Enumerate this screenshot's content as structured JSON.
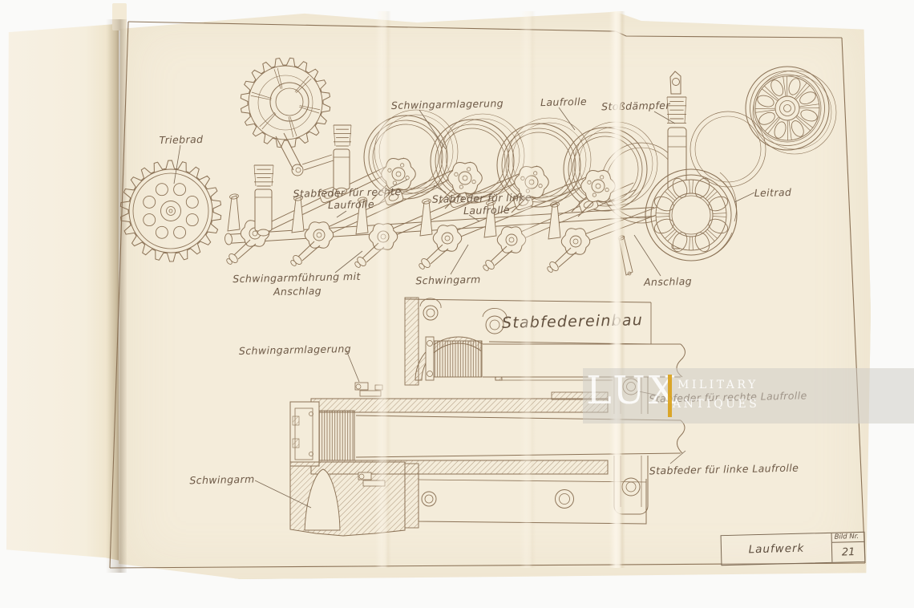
{
  "watermark": {
    "brand": "LUX",
    "line1": "MILITARY",
    "line2": "ANTIQUES"
  },
  "page": {
    "assembly_labels": {
      "triebrad": "Triebrad",
      "schwingarmlagerung": "Schwingarmlagerung",
      "laufrolle": "Laufrolle",
      "stossdaempfer": "Stoßdämpfer",
      "leitrad": "Leitrad",
      "stabfeder_rechte_line1": "Stabfeder für rechte",
      "stabfeder_rechte_line2": "Laufrolle",
      "stabfeder_linke_line1": "Stabfeder für linke",
      "stabfeder_linke_line2": "Laufrolle",
      "schwingarmfuehrung_line1": "Schwingarmführung mit",
      "schwingarmfuehrung_line2": "Anschlag",
      "schwingarm": "Schwingarm",
      "anschlag": "Anschlag"
    },
    "section": {
      "title": "Stabfedereinbau",
      "schwingarmlagerung": "Schwingarmlagerung",
      "schwingarm": "Schwingarm",
      "stabfeder_rechte": "Stabfeder für rechte Laufrolle",
      "stabfeder_linke": "Stabfeder für linke Laufrolle"
    },
    "title_block": {
      "title": "Laufwerk",
      "figure_label": "Bild Nr.",
      "figure_number": "21"
    }
  },
  "colors": {
    "paper": "#f4ecda",
    "ink": "#8b7256",
    "label_ink": "#6d5946",
    "watermark_gold": "#d9a21b"
  }
}
